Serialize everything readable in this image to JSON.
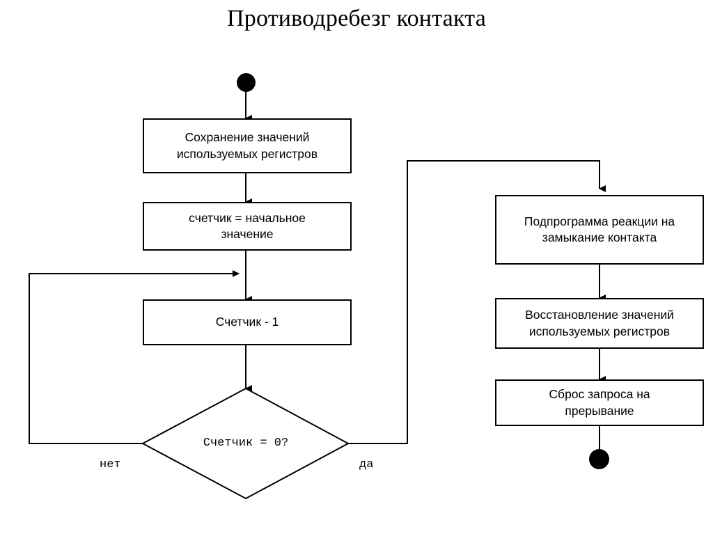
{
  "title": "Противодребезг контакта",
  "colors": {
    "stroke": "#000000",
    "fill": "#ffffff",
    "terminator": "#000000",
    "background": "#ffffff"
  },
  "nodes": {
    "start": {
      "kind": "terminator-start",
      "label": ""
    },
    "save_registers": {
      "kind": "process",
      "line1": "Сохранение значений",
      "line2": "используемых регистров"
    },
    "counter_init": {
      "kind": "process",
      "line1": "счетчик = начальное",
      "line2": "значение"
    },
    "counter_dec": {
      "kind": "process",
      "line1": "Счетчик - 1"
    },
    "decision": {
      "kind": "decision",
      "text": "Счетчик = 0?"
    },
    "subroutine": {
      "kind": "process",
      "line1": "Подпрограмма реакции на",
      "line2": "замыкание контакта"
    },
    "restore_registers": {
      "kind": "process",
      "line1": "Восстановление значений",
      "line2": "используемых регистров"
    },
    "reset_request": {
      "kind": "process",
      "line1": "Сброс запроса на",
      "line2": "прерывание"
    },
    "end": {
      "kind": "terminator-end",
      "label": ""
    }
  },
  "branch_labels": {
    "no": "нет",
    "yes": "да"
  },
  "chart_data": {
    "type": "diagram",
    "title": "Противодребезг контакта",
    "diagram_kind": "flowchart",
    "nodes": [
      {
        "id": "start",
        "type": "start",
        "text": ""
      },
      {
        "id": "save_registers",
        "type": "process",
        "text": "Сохранение значений используемых регистров"
      },
      {
        "id": "counter_init",
        "type": "process",
        "text": "счетчик = начальное значение"
      },
      {
        "id": "counter_dec",
        "type": "process",
        "text": "Счетчик - 1"
      },
      {
        "id": "decision",
        "type": "decision",
        "text": "Счетчик = 0?"
      },
      {
        "id": "subroutine",
        "type": "process",
        "text": "Подпрограмма реакции на замыкание контакта"
      },
      {
        "id": "restore_registers",
        "type": "process",
        "text": "Восстановление значений используемых регистров"
      },
      {
        "id": "reset_request",
        "type": "process",
        "text": "Сброс запроса на прерывание"
      },
      {
        "id": "end",
        "type": "end",
        "text": ""
      }
    ],
    "edges": [
      {
        "from": "start",
        "to": "save_registers",
        "label": ""
      },
      {
        "from": "save_registers",
        "to": "counter_init",
        "label": ""
      },
      {
        "from": "counter_init",
        "to": "counter_dec",
        "label": ""
      },
      {
        "from": "counter_dec",
        "to": "decision",
        "label": ""
      },
      {
        "from": "decision",
        "to": "counter_dec",
        "label": "нет"
      },
      {
        "from": "decision",
        "to": "subroutine",
        "label": "да"
      },
      {
        "from": "subroutine",
        "to": "restore_registers",
        "label": ""
      },
      {
        "from": "restore_registers",
        "to": "reset_request",
        "label": ""
      },
      {
        "from": "reset_request",
        "to": "end",
        "label": ""
      }
    ]
  }
}
